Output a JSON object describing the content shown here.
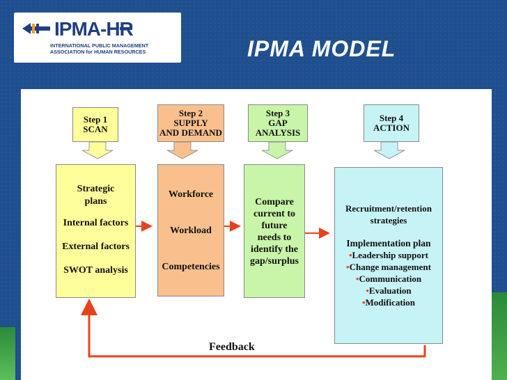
{
  "header": {
    "logo_main": "IPMA-HR",
    "logo_sub_line1": "INTERNATIONAL PUBLIC MANAGEMENT",
    "logo_sub_line2": "ASSOCIATION for HUMAN RESOURCES",
    "title": "IPMA MODEL"
  },
  "steps": [
    {
      "line1": "Step 1",
      "line2": "SCAN"
    },
    {
      "line1": "Step 2",
      "line2": "SUPPLY",
      "line3": "AND DEMAND"
    },
    {
      "line1": "Step 3",
      "line2": "GAP",
      "line3": "ANALYSIS"
    },
    {
      "line1": "Step 4",
      "line2": "ACTION"
    }
  ],
  "boxes": {
    "scan": [
      "Strategic",
      "plans",
      "Internal factors",
      "External factors",
      "SWOT analysis"
    ],
    "supply": [
      "Workforce",
      "Workload",
      "Competencies"
    ],
    "gap": [
      "Compare",
      "current to",
      "future",
      "needs to",
      "identify the",
      "gap/surplus"
    ],
    "action": {
      "heading1": "Recruitment/retention",
      "heading2": "strategies",
      "heading3": "Implementation plan",
      "bullets": [
        "Leadership support",
        "Change management",
        "Communication",
        "Evaluation",
        "Modification"
      ]
    }
  },
  "feedback_label": "Feedback",
  "colors": {
    "background": "#1f4f8f",
    "yellow": "#fefe9a",
    "orange": "#f9c08e",
    "green": "#c8f5a8",
    "cyan": "#c6f3f6",
    "arrow_red": "#e8421d"
  }
}
